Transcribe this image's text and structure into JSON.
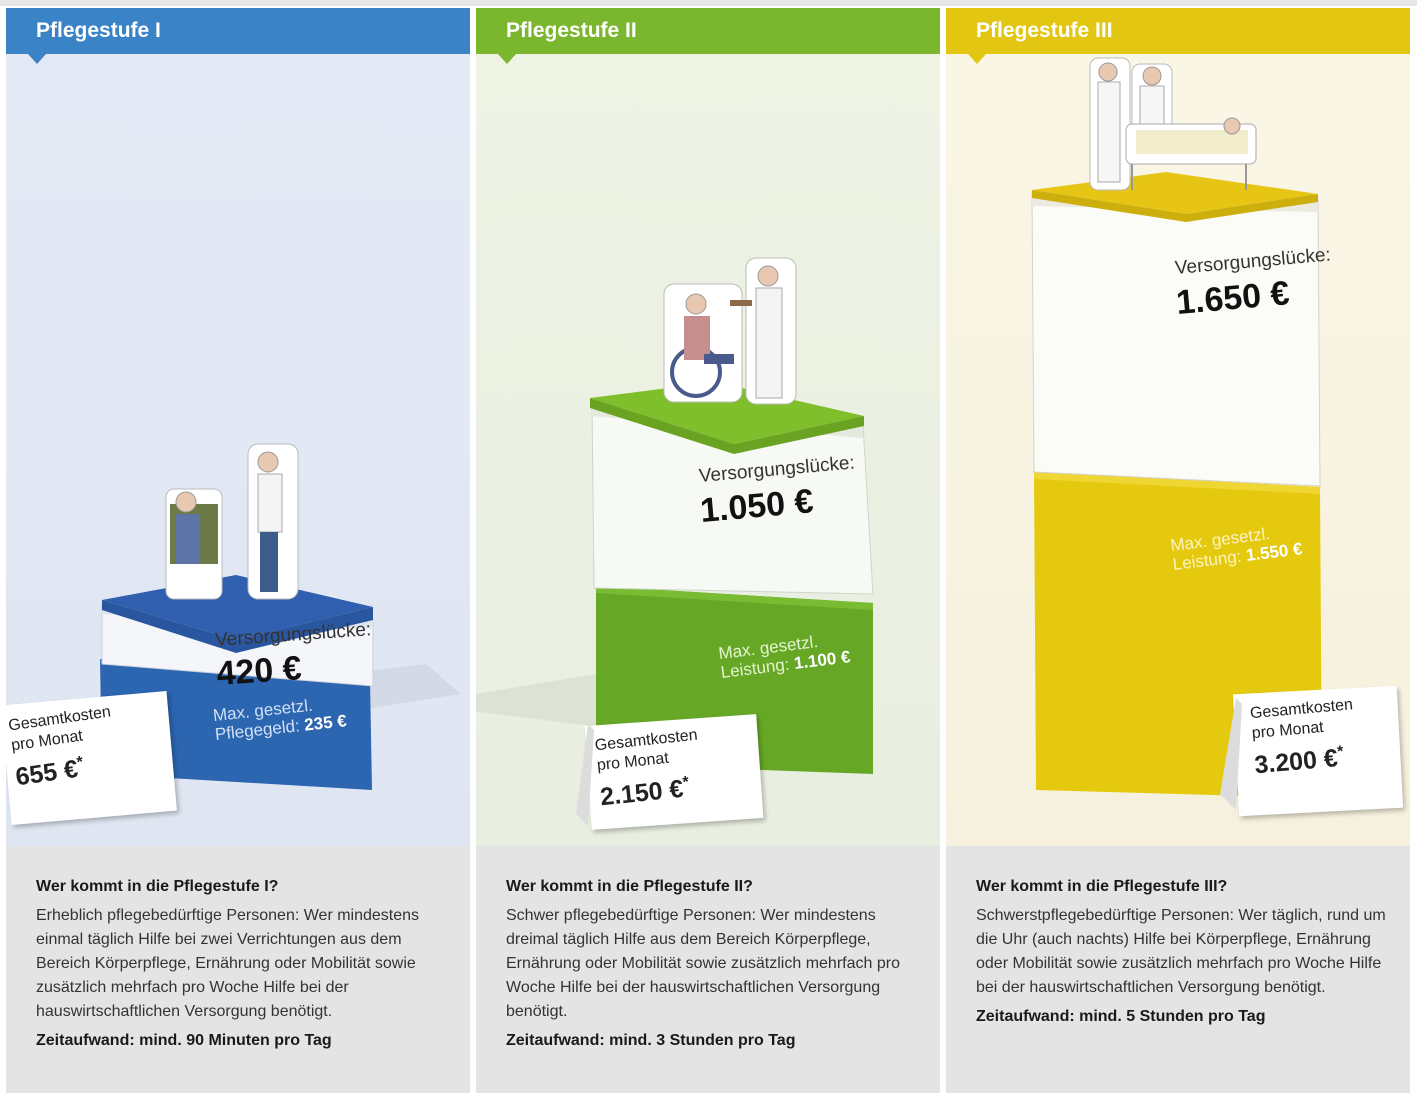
{
  "columns": [
    {
      "title": "Pflegestufe I",
      "color": "#3a83c6",
      "gap_label": "Versorgungslücke:",
      "gap_value": "420 €",
      "benefit_line1": "Max. gesetzl.",
      "benefit_line2": "Pflegegeld:",
      "benefit_value": "235 €",
      "total_line1": "Gesamtkosten",
      "total_line2": "pro Monat",
      "total_value": "655 €",
      "total_star": "*",
      "question": "Wer kommt in die Pflegestufe I?",
      "description": "Erheblich pflegebedürftige Personen: Wer mindes­tens einmal täglich Hilfe bei zwei Verrichtungen aus dem Bereich Körperpflege, Ernährung oder Mobilität sowie zusätzlich mehrfach pro Woche Hilfe bei der hauswirtschaftlichen Versorgung benötigt.",
      "time": "Zeitaufwand: mind. 90 Minuten pro Tag"
    },
    {
      "title": "Pflegestufe II",
      "color": "#7bb72e",
      "gap_label": "Versorgungslücke:",
      "gap_value": "1.050 €",
      "benefit_line1": "Max. gesetzl.",
      "benefit_line2": "Leistung:",
      "benefit_value": "1.100 €",
      "total_line1": "Gesamtkosten",
      "total_line2": "pro Monat",
      "total_value": "2.150 €",
      "total_star": "*",
      "question": "Wer kommt in die Pflegestufe II?",
      "description": "Schwer pflegebedürftige Personen: Wer mindestens dreimal täglich Hilfe aus dem Bereich Körperpflege, Ernährung oder Mobilität sowie zusätzlich mehrfach pro Woche Hilfe bei der hauswirtschaftlichen Ver­sorgung benötigt.",
      "time": "Zeitaufwand: mind. 3 Stunden pro Tag"
    },
    {
      "title": "Pflegestufe III",
      "color": "#e2c611",
      "gap_label": "Versorgungslücke:",
      "gap_value": "1.650 €",
      "benefit_line1": "Max. gesetzl.",
      "benefit_line2": "Leistung:",
      "benefit_value": "1.550 €",
      "total_line1": "Gesamtkosten",
      "total_line2": "pro Monat",
      "total_value": "3.200 €",
      "total_star": "*",
      "question": "Wer kommt in die Pflegestufe III?",
      "description": "Schwerstpflegebedürftige Personen: Wer täglich, rund um die Uhr (auch nachts) Hilfe bei Körper­pflege, Ernährung oder Mobilität sowie zusätzlich mehrfach pro Woche Hilfe bei der hauswirtschaft­lichen Versorgung benötigt.",
      "time": "Zeitaufwand: mind. 5 Stunden pro Tag"
    }
  ]
}
